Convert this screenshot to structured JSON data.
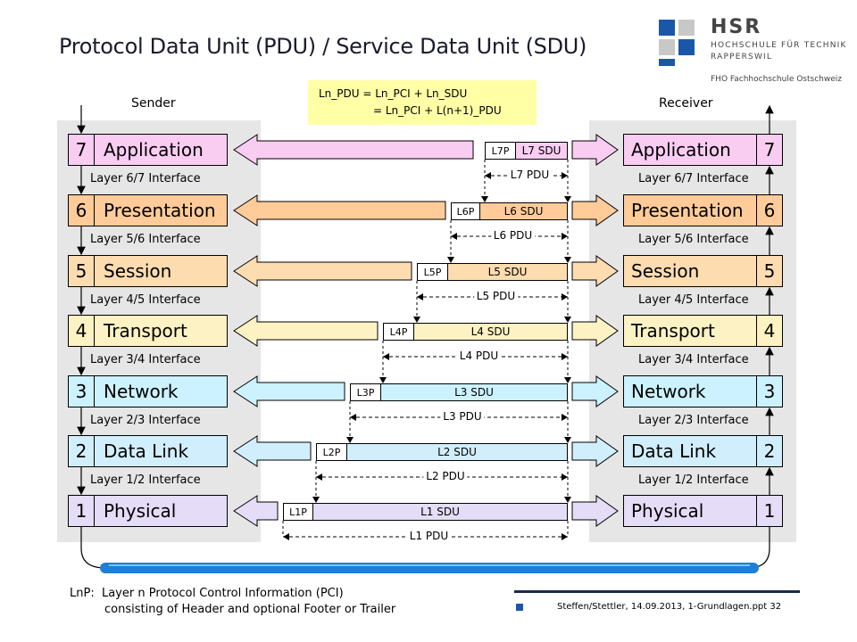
{
  "title": "Protocol Data Unit (PDU) / Service Data Unit (SDU)",
  "logo": {
    "name": "HSR",
    "line1": "HOCHSCHULE FÜR TECHNIK",
    "line2": "RAPPERSWIL",
    "line3": "FHO Fachhochschule Ostschweiz"
  },
  "sender_label": "Sender",
  "receiver_label": "Receiver",
  "formula": {
    "line1": "Ln_PDU = Ln_PCI + Ln_SDU",
    "line2": "= Ln_PCI + L(n+1)_PDU"
  },
  "layers": [
    {
      "num": "7",
      "name": "Application",
      "pci": "L7P",
      "sdu": "L7 SDU",
      "pdu": "L7 PDU",
      "color": "#f9ccf2"
    },
    {
      "num": "6",
      "name": "Presentation",
      "pci": "L6P",
      "sdu": "L6 SDU",
      "pdu": "L6 PDU",
      "color": "#ffcc99"
    },
    {
      "num": "5",
      "name": "Session",
      "pci": "L5P",
      "sdu": "L5 SDU",
      "pdu": "L5 PDU",
      "color": "#fddcb0"
    },
    {
      "num": "4",
      "name": "Transport",
      "pci": "L4P",
      "sdu": "L4 SDU",
      "pdu": "L4 PDU",
      "color": "#fdf2c3"
    },
    {
      "num": "3",
      "name": "Network",
      "pci": "L3P",
      "sdu": "L3 SDU",
      "pdu": "L3 PDU",
      "color": "#ccf2ff"
    },
    {
      "num": "2",
      "name": "Data Link",
      "pci": "L2P",
      "sdu": "L2 SDU",
      "pdu": "L2 PDU",
      "color": "#d1eefc"
    },
    {
      "num": "1",
      "name": "Physical",
      "pci": "L1P",
      "sdu": "L1 SDU",
      "pdu": "L1 PDU",
      "color": "#e5dcf7"
    }
  ],
  "interfaces": [
    "Layer 6/7 Interface",
    "Layer 5/6 Interface",
    "Layer 4/5 Interface",
    "Layer 3/4 Interface",
    "Layer 2/3 Interface",
    "Layer 1/2 Interface"
  ],
  "legend": {
    "line1": "LnP:  Layer n Protocol Control Information (PCI)",
    "line2": "consisting of Header and optional Footer or Trailer"
  },
  "footer": "Steffen/Stettler, 14.09.2013, 1-Grundlagen.ppt 32"
}
